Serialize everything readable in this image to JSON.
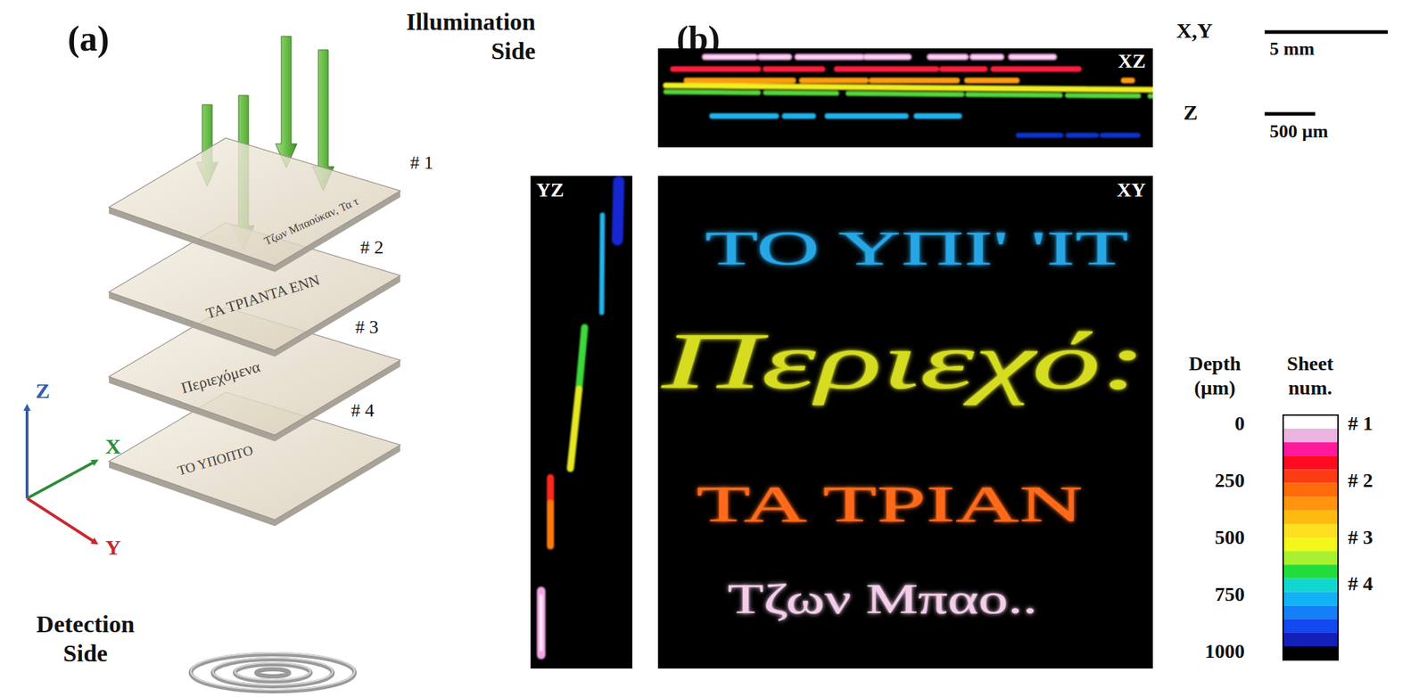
{
  "diagram": {
    "nodes": [
      {
        "text": [
          "Τζων Μπαούκαν, Τα τ"
        ]
      },
      {
        "text": [
          "ΤΑ ΤΡΙΑΝΤΑ ΕΝΝ"
        ]
      },
      {
        "text": [
          "Περιεχόμενα"
        ]
      },
      {
        "text": [
          "ΤΟ ΥΠΟΠΤΟ"
        ]
      },
      {
        "text": [
          "XZ"
        ]
      },
      {
        "text": [
          "YZ"
        ]
      },
      {
        "text": [
          "XY",
          "ΤΟ ΥΠΙ' 'ΙΤ",
          "Περιεχό:",
          "ΤΑ ΤΡΙΑΝ",
          "Τζων Μπαο.."
        ]
      }
    ],
    "labels": [
      "(a)",
      "Illumination Side",
      "# 1",
      "# 2",
      "# 3",
      "# 4",
      "Z",
      "X",
      "Y",
      "Detection Side",
      "(b)",
      "X,Y",
      "5 mm",
      "Z",
      "500 µm",
      "Depth (µm)",
      "Sheet num.",
      "0",
      "250",
      "500",
      "750",
      "1000",
      "# 1",
      "# 2",
      "# 3",
      "# 4"
    ]
  }
}
